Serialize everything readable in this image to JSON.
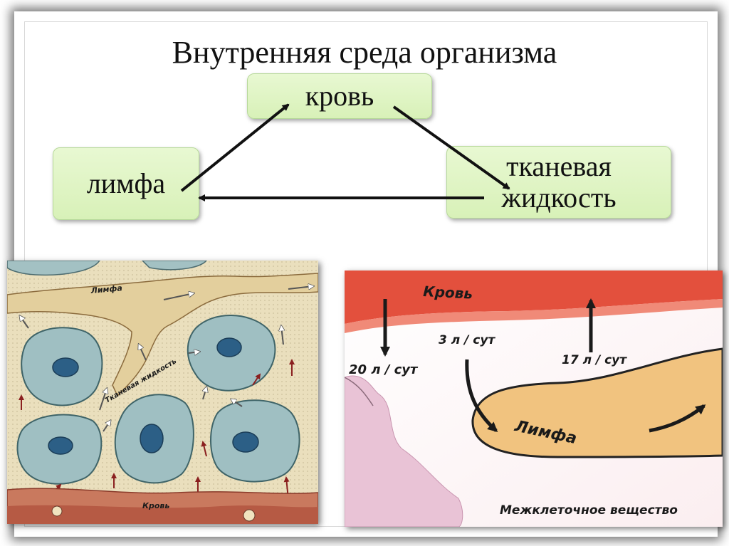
{
  "title": "Внутренняя среда организма",
  "diagram": {
    "nodes": {
      "blood": "кровь",
      "lymph": "лимфа",
      "tissue_fluid_line1": "тканевая",
      "tissue_fluid_line2": "жидкость"
    },
    "edges": [
      {
        "from": "lymph",
        "to": "blood"
      },
      {
        "from": "blood",
        "to": "tissue_fluid"
      },
      {
        "from": "tissue_fluid",
        "to": "lymph"
      }
    ]
  },
  "left_illustration": {
    "lymph_label": "Лимфа",
    "tissue_fluid_label": "Тканевая жидкость",
    "blood_label": "Кровь"
  },
  "right_illustration": {
    "blood_label": "Кровь",
    "flow_out": "20 л / сут",
    "flow_lymph": "3 л / сут",
    "flow_return": "17 л / сут",
    "lymph_label": "Лимфа",
    "intercellular_label": "Межклеточное вещество"
  },
  "colors": {
    "box_fill": "#dcf3c0",
    "blood": "#e0503a",
    "lymph": "#e9b96a",
    "cell": "#9fbfc2",
    "nucleus": "#2c5f86"
  }
}
